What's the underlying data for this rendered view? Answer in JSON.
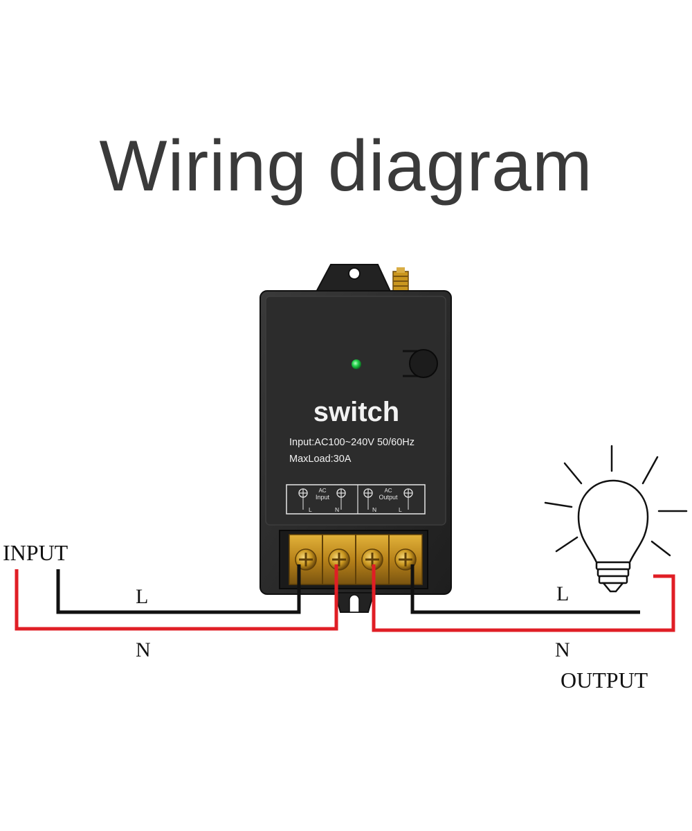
{
  "title": "Wiring diagram",
  "device": {
    "name": "switch",
    "spec_input": "Input:AC100~240V 50/60Hz",
    "spec_load": "MaxLoad:30A",
    "terminal_panel": {
      "group_input_ac": "AC",
      "group_input": "Input",
      "group_output_ac": "AC",
      "group_output": "Output",
      "pins": [
        "L",
        "N",
        "N",
        "L"
      ]
    }
  },
  "labels": {
    "input_side": "INPUT",
    "output_side": "OUTPUT",
    "input_live": "L",
    "input_neutral": "N",
    "output_live": "L",
    "output_neutral": "N"
  },
  "colors": {
    "live_wire": "#111111",
    "neutral_wire": "#e01e25",
    "device_body": "#2b2b2b",
    "indicator_led": "#22d14a",
    "terminal_brass": "#c9961f"
  }
}
